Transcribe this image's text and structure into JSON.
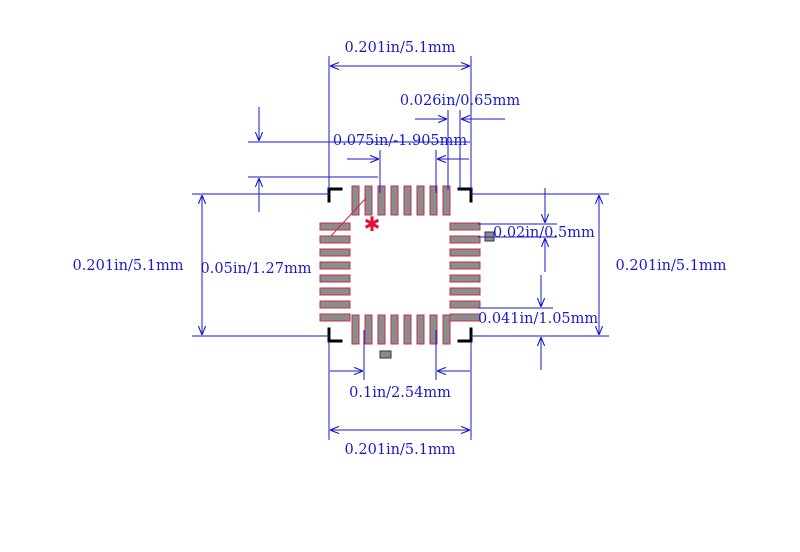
{
  "colors": {
    "dimension": "#1a1acc",
    "pad_fill": "#8c8c8c",
    "pad_outline": "#c0304a",
    "silkscreen": "#000000",
    "pin1_marker": "#e0103a"
  },
  "dimensions": {
    "top_width": "0.201in/5.1mm",
    "pitch": "0.026in/0.65mm",
    "offset": "0.075in/-1.905mm",
    "pad_width": "0.02in/0.5mm",
    "left_height": "0.201in/5.1mm",
    "inner_height": "0.05in/1.27mm",
    "right_height": "0.201in/5.1mm",
    "pad_length": "0.041in/1.05mm",
    "bottom_span": "0.1in/2.54mm",
    "bottom_width": "0.201in/5.1mm"
  },
  "pin1_marker_glyph": "✱"
}
